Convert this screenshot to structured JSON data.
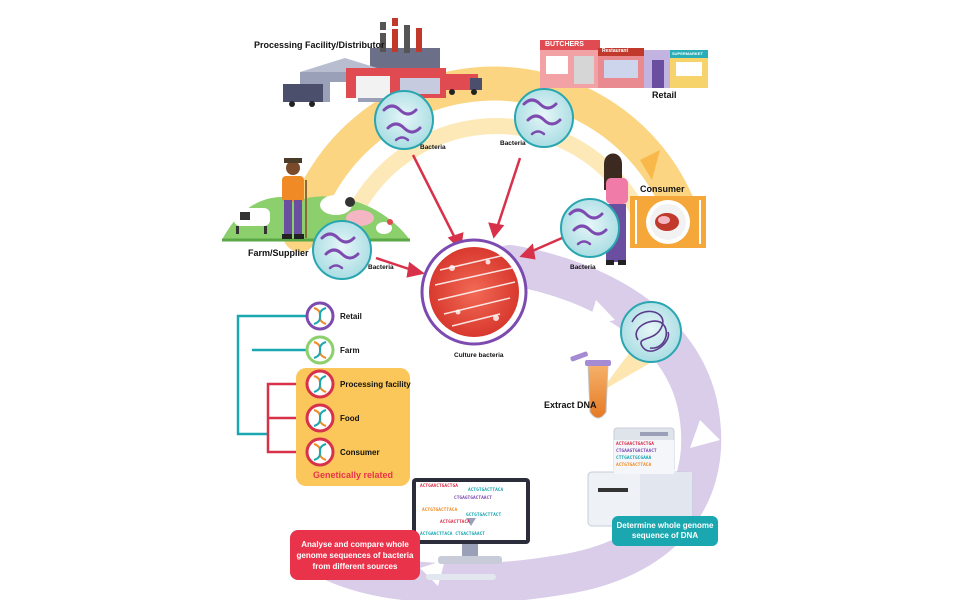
{
  "labels": {
    "processing": "Processing Facility/Distributor",
    "retail": "Retail",
    "consumer": "Consumer",
    "farm": "Farm/Supplier",
    "bacteria": "Bacteria",
    "culture": "Culture bacteria",
    "extract": "Extract DNA",
    "determine": "Determine whole genome sequence of DNA",
    "analyse": "Analyse and compare whole genome sequences of bacteria from different sources",
    "genetically_related": "Genetically related"
  },
  "tree": {
    "leaves": [
      {
        "label": "Retail"
      },
      {
        "label": "Farm"
      },
      {
        "label": "Processing facility"
      },
      {
        "label": "Food"
      },
      {
        "label": "Consumer"
      }
    ]
  },
  "signs": {
    "butchers": "BUTCHERS",
    "restaurant": "Restaurant",
    "supermarket": "SUPERMARKET"
  },
  "sequences": {
    "monitor": [
      "ACTGAACTGACTGA",
      "ACTGTGACTTACA",
      "CTGAGTGACTAACT",
      "ACTGTGACTTACA",
      "GCTGTGACTTACT",
      "ACTGACTTACA"
    ],
    "monitor_bottom": "ACTGAACTTACA CTGACTGAACT",
    "sequencer": [
      "ACTGAACTGACTGA",
      "CTGAAGTGACTAACT",
      "CTTGACTGCGAAA",
      "ACTGTGACTTACA"
    ]
  },
  "colors": {
    "arc_yellow": "#fbd37a",
    "arc_purple": "#d9cdea",
    "arrow_red": "#d8314a",
    "tree_teal": "#1aa7b0",
    "tree_red": "#d8314a",
    "panel": "#fbc75a",
    "petri": "#e8493f",
    "bacteria_circle": "#bfe6ea",
    "bacteria_worm": "#7d4bb0"
  }
}
